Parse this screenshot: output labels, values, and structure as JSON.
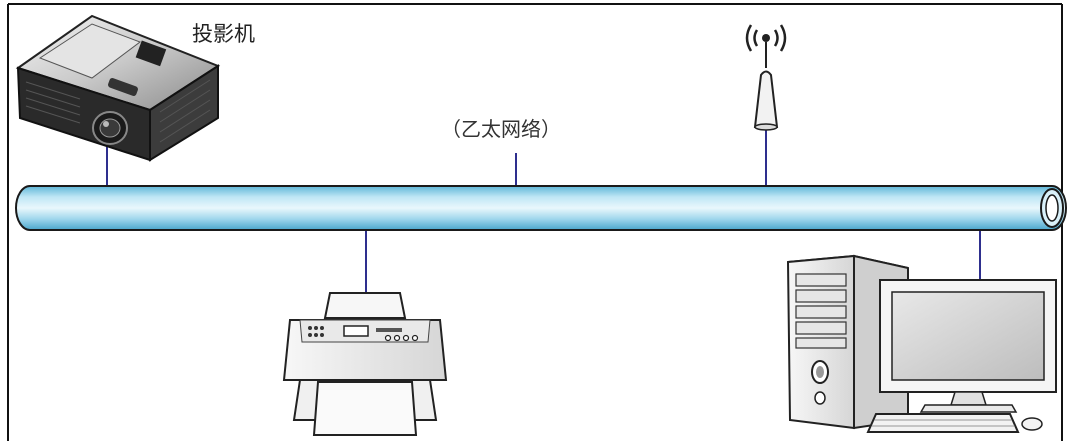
{
  "diagram": {
    "projector": {
      "label": "投影机",
      "icon": "projector-icon"
    },
    "network": {
      "label": "（乙太网络）",
      "icon": "ethernet-pipe"
    },
    "devices": [
      {
        "name": "wireless-antenna",
        "icon": "antenna-icon"
      },
      {
        "name": "printer",
        "icon": "printer-icon"
      },
      {
        "name": "desktop-computer",
        "icon": "computer-icon"
      }
    ],
    "colors": {
      "pipe_light": "#e6f6fc",
      "pipe_mid": "#8fd0ea",
      "pipe_dark": "#4aa6cc",
      "connector": "#2e2f8e",
      "frame": "#111111"
    }
  }
}
